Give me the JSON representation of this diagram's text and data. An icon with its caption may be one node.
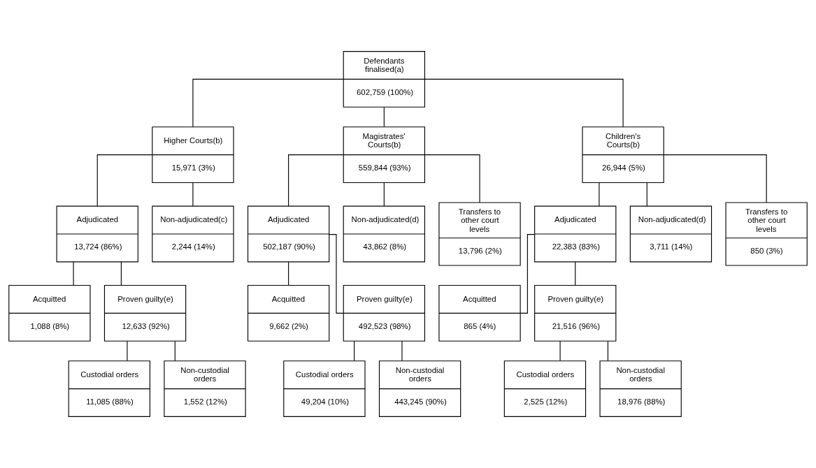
{
  "diagram": {
    "nodes": [
      {
        "text": [
          "Defendants finalised(a)",
          "602,759 (100%)"
        ]
      },
      {
        "text": [
          "Higher Courts(b)",
          "15,971 (3%)"
        ]
      },
      {
        "text": [
          "Magistrates' Courts(b)",
          "559,844 (93%)"
        ]
      },
      {
        "text": [
          "Children's Courts(b)",
          "26,944 (5%)"
        ]
      },
      {
        "text": [
          "Adjudicated",
          "13,724 (86%)"
        ]
      },
      {
        "text": [
          "Non-adjudicated(c)",
          "2,244 (14%)"
        ]
      },
      {
        "text": [
          "Adjudicated",
          "502,187 (90%)"
        ]
      },
      {
        "text": [
          "Non-adjudicated(d)",
          "43,862 (8%)"
        ]
      },
      {
        "text": [
          "Transfers to other court levels",
          "13,796 (2%)"
        ]
      },
      {
        "text": [
          "Adjudicated",
          "22,383 (83%)"
        ]
      },
      {
        "text": [
          "Non-adjudicated(d)",
          "3,711 (14%)"
        ]
      },
      {
        "text": [
          "Transfers to other court levels",
          "850 (3%)"
        ]
      },
      {
        "text": [
          "Acquitted",
          "1,088 (8%)"
        ]
      },
      {
        "text": [
          "Proven guilty(e)",
          "12,633 (92%)"
        ]
      },
      {
        "text": [
          "Acquitted",
          "9,662 (2%)"
        ]
      },
      {
        "text": [
          "Proven guilty(e)",
          "492,523 (98%)"
        ]
      },
      {
        "text": [
          "Acquitted",
          "865 (4%)"
        ]
      },
      {
        "text": [
          "Proven guilty(e)",
          "21,516 (96%)"
        ]
      },
      {
        "text": [
          "Custodial orders",
          "11,085 (88%)"
        ]
      },
      {
        "text": [
          "Non-custodial orders",
          "1,552 (12%)"
        ]
      },
      {
        "text": [
          "Custodial orders",
          "49,204 (10%)"
        ]
      },
      {
        "text": [
          "Non-custodial orders",
          "443,245 (90%)"
        ]
      },
      {
        "text": [
          "Custodial orders",
          "2,525 (12%)"
        ]
      },
      {
        "text": [
          "Non-custodial orders",
          "18,976 (88%)"
        ]
      }
    ],
    "edges": [
      {
        "from": 0,
        "to": 1,
        "arrow": "none"
      },
      {
        "from": 0,
        "to": 2,
        "arrow": "none"
      },
      {
        "from": 0,
        "to": 3,
        "arrow": "none"
      },
      {
        "from": 1,
        "to": 4,
        "arrow": "none"
      },
      {
        "from": 1,
        "to": 5,
        "arrow": "none"
      },
      {
        "from": 2,
        "to": 6,
        "arrow": "none"
      },
      {
        "from": 2,
        "to": 7,
        "arrow": "none"
      },
      {
        "from": 2,
        "to": 8,
        "arrow": "none"
      },
      {
        "from": 3,
        "to": 9,
        "arrow": "none"
      },
      {
        "from": 3,
        "to": 10,
        "arrow": "none"
      },
      {
        "from": 3,
        "to": 11,
        "arrow": "none"
      },
      {
        "from": 4,
        "to": 12,
        "arrow": "none"
      },
      {
        "from": 4,
        "to": 13,
        "arrow": "none"
      },
      {
        "from": 6,
        "to": 14,
        "arrow": "none"
      },
      {
        "from": 6,
        "to": 15,
        "arrow": "none"
      },
      {
        "from": 9,
        "to": 16,
        "arrow": "none"
      },
      {
        "from": 9,
        "to": 17,
        "arrow": "none"
      },
      {
        "from": 13,
        "to": 18,
        "arrow": "none"
      },
      {
        "from": 13,
        "to": 19,
        "arrow": "none"
      },
      {
        "from": 15,
        "to": 20,
        "arrow": "none"
      },
      {
        "from": 15,
        "to": 21,
        "arrow": "none"
      },
      {
        "from": 17,
        "to": 22,
        "arrow": "none"
      },
      {
        "from": 17,
        "to": 23,
        "arrow": "none"
      }
    ]
  }
}
